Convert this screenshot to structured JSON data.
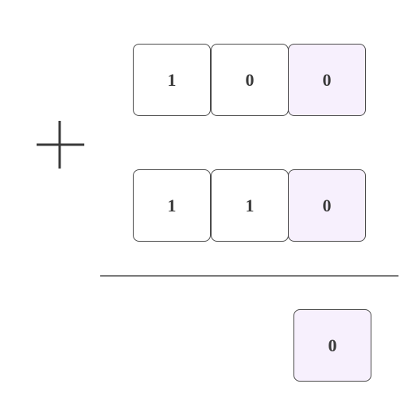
{
  "operation": {
    "operator_icon": "plus-icon",
    "addend_top": {
      "digits": [
        "1",
        "0",
        "0"
      ],
      "active_column": 2
    },
    "addend_bottom": {
      "digits": [
        "1",
        "1",
        "0"
      ],
      "active_column": 2
    },
    "result": {
      "digits": [
        "0"
      ]
    }
  },
  "colors": {
    "active_cell_background": "#f7f0fd",
    "cell_border": "#4a4a4a",
    "text": "#3a3a3a",
    "divider": "#7a7a7a"
  }
}
